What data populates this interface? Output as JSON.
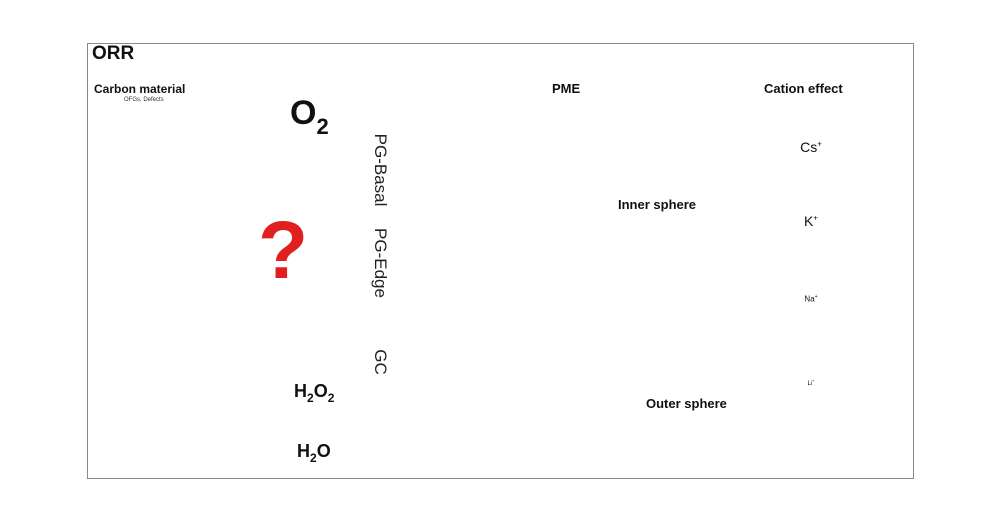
{
  "title": "ORR",
  "carbon": {
    "label": "Carbon material",
    "sublabel": "OFGs, Defects"
  },
  "question_mark": "?",
  "molecules": {
    "o2": {
      "base": "O",
      "sub": "2"
    },
    "h2o2": {
      "parts": [
        "H",
        "2",
        "O",
        "2"
      ]
    },
    "h2o": {
      "parts": [
        "H",
        "2",
        "O"
      ]
    }
  },
  "structures": [
    "PG-Basal",
    "PG-Edge",
    "GC"
  ],
  "electrode": {
    "label": "PME",
    "plus_signs": [
      "+",
      "+",
      "+",
      "+",
      "+",
      "+",
      "+"
    ],
    "minus_signs": [
      "-",
      "-",
      "-",
      "-",
      "-",
      "-",
      "-"
    ]
  },
  "spheres": {
    "inner": "Inner sphere",
    "outer": "Outer sphere"
  },
  "cation_effect": {
    "title": "Cation effect",
    "cations": [
      {
        "symbol": "Cs",
        "charge": "+",
        "color": "#7ec86a"
      },
      {
        "symbol": "K",
        "charge": "+",
        "color": "#f4b183"
      },
      {
        "symbol": "Na",
        "charge": "+",
        "color": "#f2e04a"
      },
      {
        "symbol": "Li",
        "charge": "+",
        "color": "#d9d9d9"
      }
    ]
  },
  "colors": {
    "green_arrow": "#1fa15a",
    "blue_arrow": "#2f5597",
    "question": "#e02020",
    "oxygen": "#e8262b"
  }
}
